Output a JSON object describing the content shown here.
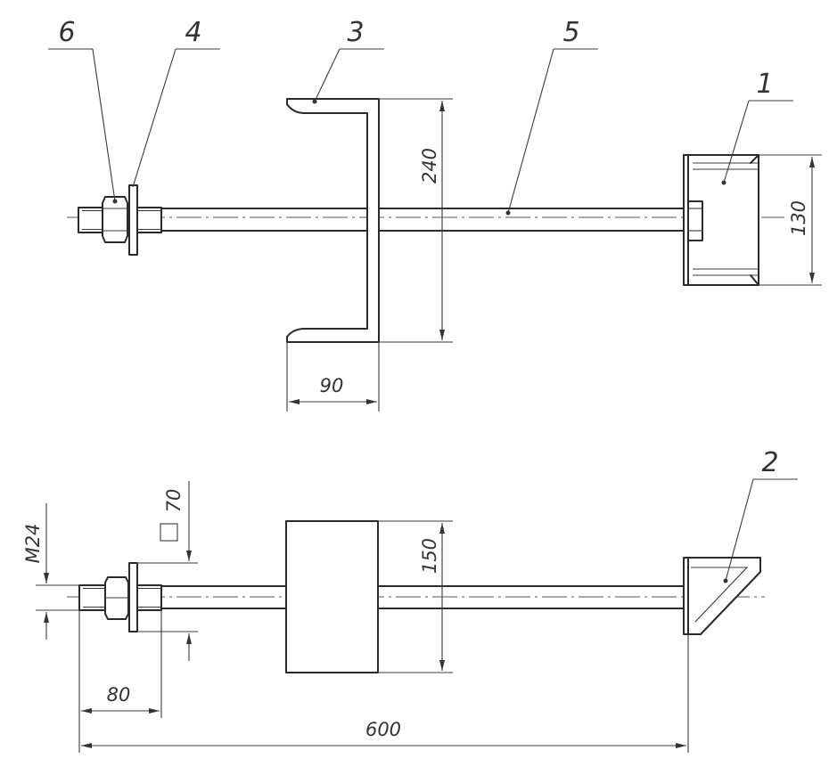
{
  "callouts": {
    "part_1": "1",
    "part_2": "2",
    "part_3": "3",
    "part_4": "4",
    "part_5": "5",
    "part_6": "6"
  },
  "dimensions": {
    "channel_height": "240",
    "channel_width": "90",
    "box_height": "130",
    "block_height": "150",
    "thread": "M24",
    "square_size": "70",
    "thread_length": "80",
    "total_length": "600"
  },
  "colors": {
    "line": "#2a2a2a",
    "background": "#ffffff"
  }
}
